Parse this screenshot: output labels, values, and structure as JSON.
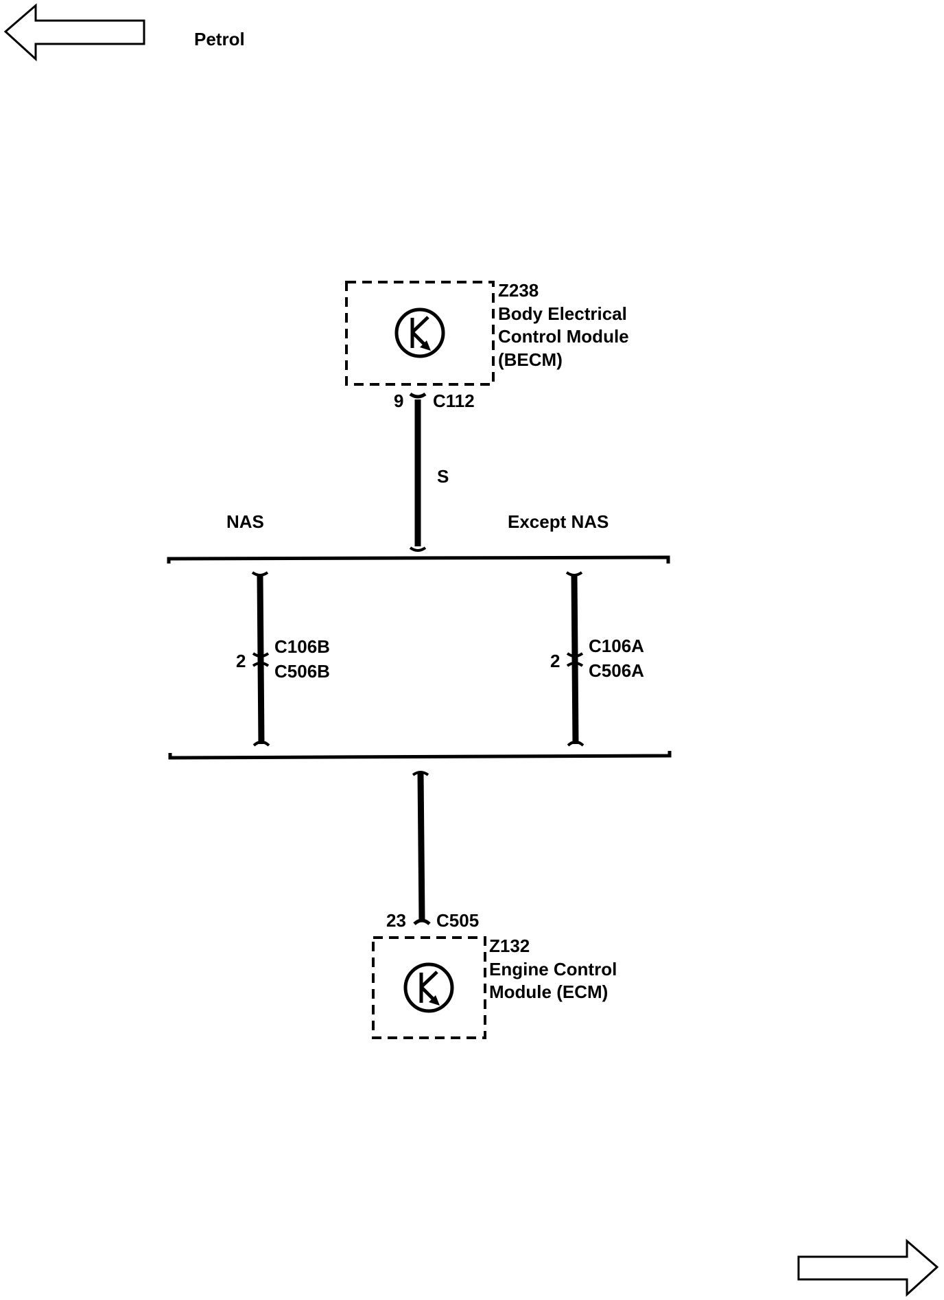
{
  "header": {
    "section_label": "Petrol"
  },
  "navigation": {
    "previous_arrow_icon": "left-arrow-icon",
    "next_arrow_icon": "right-arrow-icon"
  },
  "modules": {
    "becm": {
      "id": "Z238",
      "name_line1": "Body Electrical",
      "name_line2": "Control Module",
      "name_line3": "(BECM)",
      "symbol_icon": "transistor-icon",
      "pin": "9",
      "connector": "C112"
    },
    "ecm": {
      "id": "Z132",
      "name_line1": "Engine Control",
      "name_line2": "Module (ECM)",
      "symbol_icon": "transistor-icon",
      "pin": "23",
      "connector": "C505"
    }
  },
  "wire": {
    "color_code": "S"
  },
  "variants": {
    "nas": {
      "label": "NAS",
      "pin": "2",
      "connector1": "C106B",
      "connector2": "C506B"
    },
    "except_nas": {
      "label": "Except NAS",
      "pin": "2",
      "connector1": "C106A",
      "connector2": "C506A"
    }
  }
}
